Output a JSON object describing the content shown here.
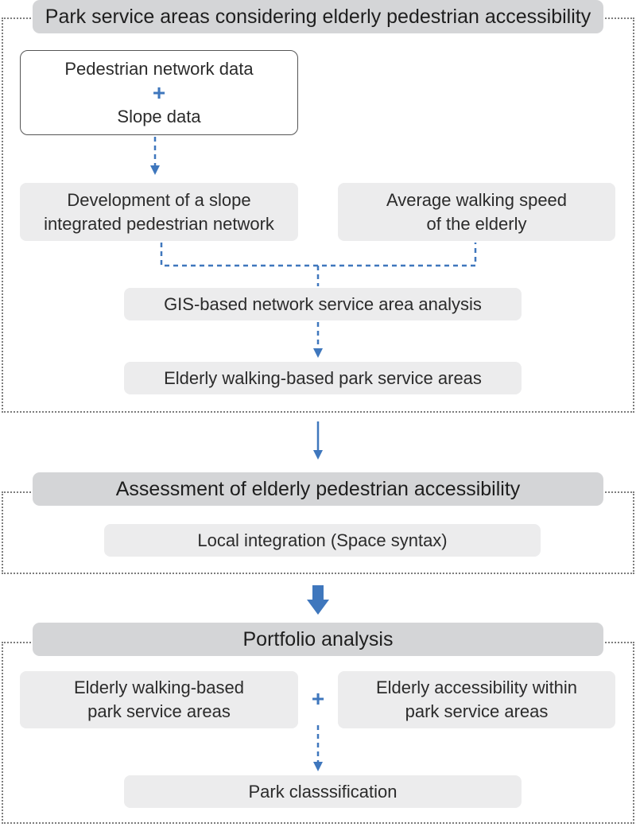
{
  "colors": {
    "accent": "#3f77bd",
    "header_bg": "#d4d5d7",
    "box_bg": "#ececed",
    "frame": "#7d7d7d"
  },
  "section1": {
    "title": "Park service areas considering elderly pedestrian accessibility",
    "inputs": {
      "line1": "Pedestrian network data",
      "plus": "+",
      "line2": "Slope data"
    },
    "slope_network": {
      "line1": "Development of a slope",
      "line2": "integrated pedestrian network"
    },
    "walking_speed": {
      "line1": "Average walking speed",
      "line2": "of the elderly"
    },
    "gis_analysis": "GIS-based network service area analysis",
    "service_areas": "Elderly walking-based park service areas"
  },
  "section2": {
    "title": "Assessment of elderly pedestrian accessibility",
    "local_integration": "Local integration (Space syntax)"
  },
  "section3": {
    "title": "Portfolio analysis",
    "left": {
      "line1": "Elderly walking-based",
      "line2": "park service areas"
    },
    "plus": "+",
    "right": {
      "line1": "Elderly accessibility within",
      "line2": "park service areas"
    },
    "classification": "Park classsification"
  }
}
